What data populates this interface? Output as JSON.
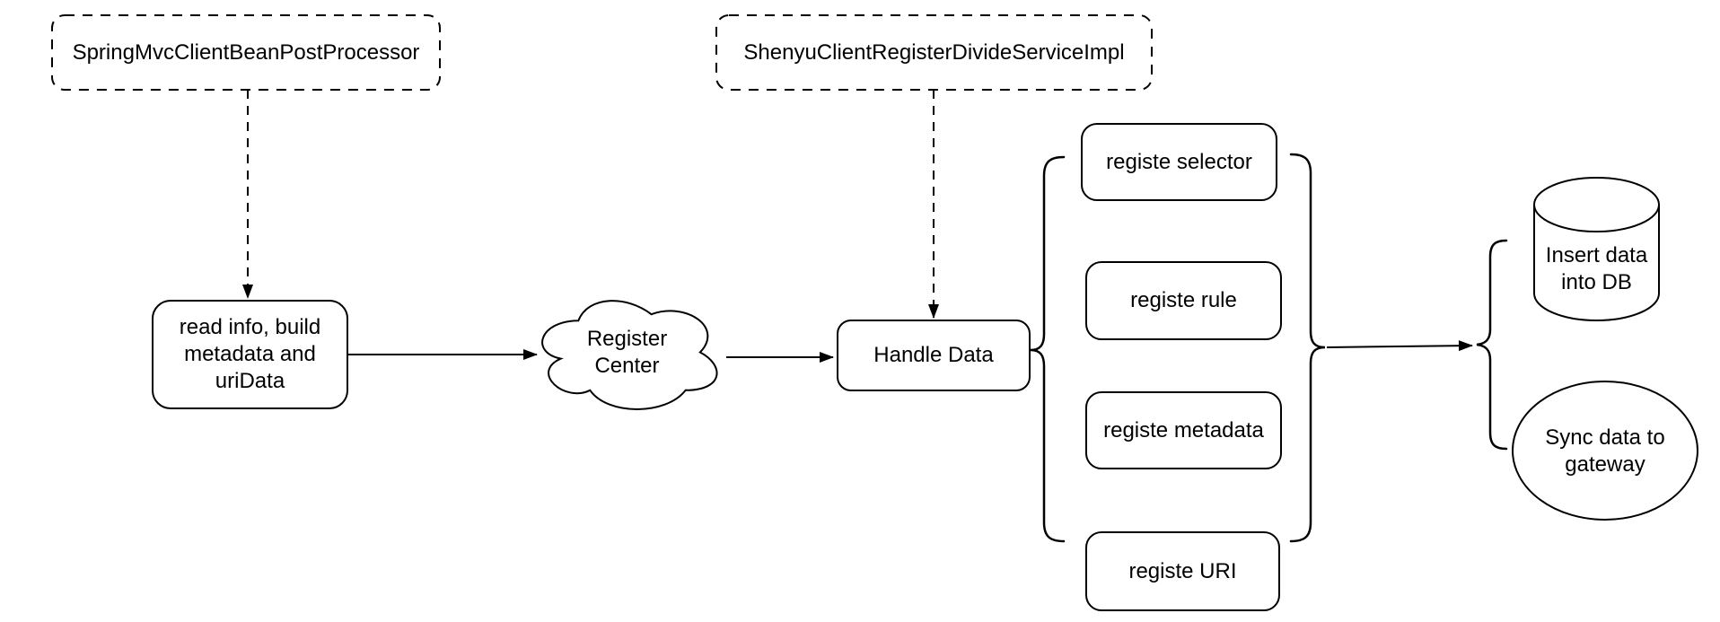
{
  "diagram": {
    "type": "flowchart",
    "background": "#ffffff",
    "stroke_color": "#000000",
    "text_color": "#000000",
    "nodes": {
      "spring_processor": {
        "label": "SpringMvcClientBeanPostProcessor",
        "shape": "dashed-rounded-rectangle"
      },
      "shenyu_service": {
        "label": "ShenyuClientRegisterDivideServiceImpl",
        "shape": "dashed-rounded-rectangle"
      },
      "read_info": {
        "label": "read info, build\nmetadata and\nuriData",
        "shape": "rounded-rectangle"
      },
      "register_center": {
        "label": "Register\nCenter",
        "shape": "cloud"
      },
      "handle_data": {
        "label": "Handle Data",
        "shape": "rounded-rectangle"
      },
      "registe_selector": {
        "label": "registe selector",
        "shape": "rounded-rectangle"
      },
      "registe_rule": {
        "label": "registe rule",
        "shape": "rounded-rectangle"
      },
      "registe_metadata": {
        "label": "registe metadata",
        "shape": "rounded-rectangle"
      },
      "registe_uri": {
        "label": "registe URI",
        "shape": "rounded-rectangle"
      },
      "insert_db": {
        "label": "Insert data\ninto DB",
        "shape": "cylinder"
      },
      "sync_gateway": {
        "label": "Sync data to\ngateway",
        "shape": "ellipse"
      }
    },
    "connections": [
      {
        "from": "SpringMvcClientBeanPostProcessor",
        "to": "read info, build metadata and uriData",
        "style": "dashed-arrow"
      },
      {
        "from": "read info, build metadata and uriData",
        "to": "Register Center",
        "style": "solid-arrow"
      },
      {
        "from": "Register Center",
        "to": "Handle Data",
        "style": "solid-arrow"
      },
      {
        "from": "ShenyuClientRegisterDivideServiceImpl",
        "to": "Handle Data",
        "style": "dashed-arrow"
      },
      {
        "from": "Handle Data",
        "to": "registe selector, registe rule, registe metadata, registe URI",
        "style": "curly-brace-group"
      },
      {
        "from": "registe group",
        "to": "Insert data into DB, Sync data to gateway",
        "style": "solid-arrow-to-curly-brace-group"
      }
    ]
  }
}
